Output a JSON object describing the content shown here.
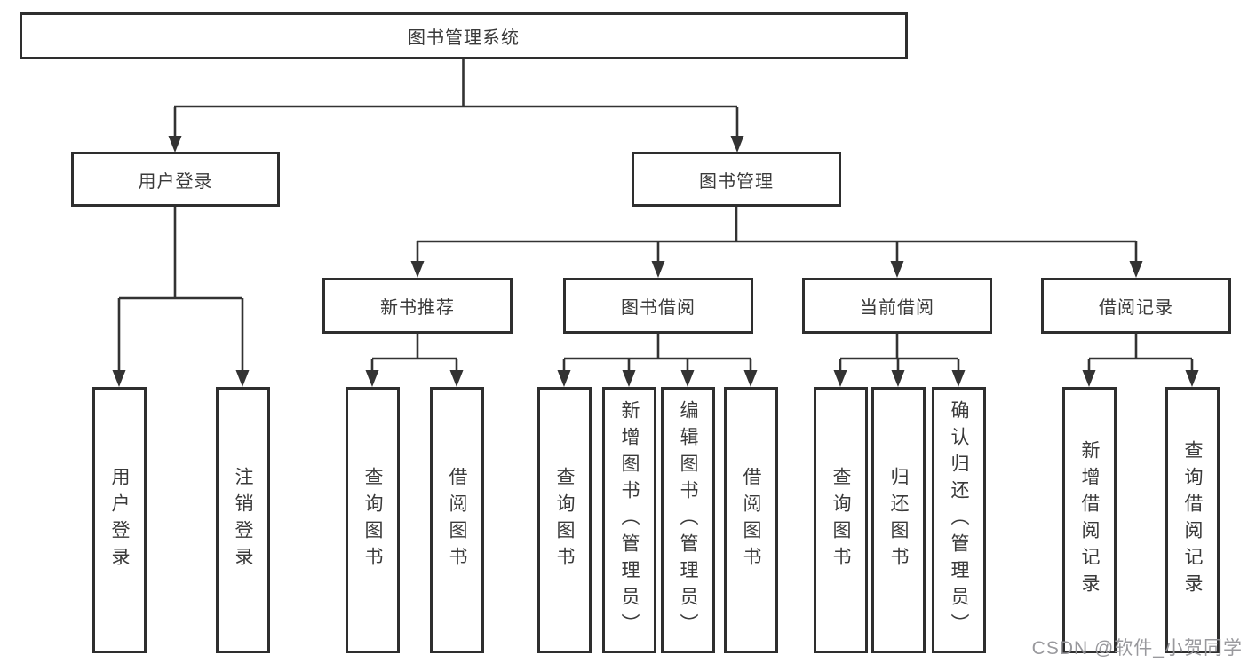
{
  "diagram": {
    "type": "hierarchy",
    "colors": {
      "line": "#333333",
      "box_border": "#2e2e2e",
      "box_fill": "#ffffff",
      "text": "#3a3a3a",
      "watermark_text": "#949498",
      "background": "#ffffff"
    }
  },
  "tree": {
    "root": {
      "label": "图书管理系统",
      "children": [
        {
          "label": "用户登录",
          "children": [
            {
              "label": "用户登录"
            },
            {
              "label": "注销登录"
            }
          ]
        },
        {
          "label": "图书管理",
          "children": [
            {
              "label": "新书推荐",
              "children": [
                {
                  "label": "查询图书"
                },
                {
                  "label": "借阅图书"
                }
              ]
            },
            {
              "label": "图书借阅",
              "children": [
                {
                  "label": "查询图书"
                },
                {
                  "label": "新增图书（管理员）"
                },
                {
                  "label": "编辑图书（管理员）"
                },
                {
                  "label": "借阅图书"
                }
              ]
            },
            {
              "label": "当前借阅",
              "children": [
                {
                  "label": "查询图书"
                },
                {
                  "label": "归还图书"
                },
                {
                  "label": "确认归还（管理员）"
                }
              ]
            },
            {
              "label": "借阅记录",
              "children": [
                {
                  "label": "新增借阅记录"
                },
                {
                  "label": "查询借阅记录"
                }
              ]
            }
          ]
        }
      ]
    }
  },
  "watermark": {
    "text": "CSDN @软件_小贺同学"
  }
}
